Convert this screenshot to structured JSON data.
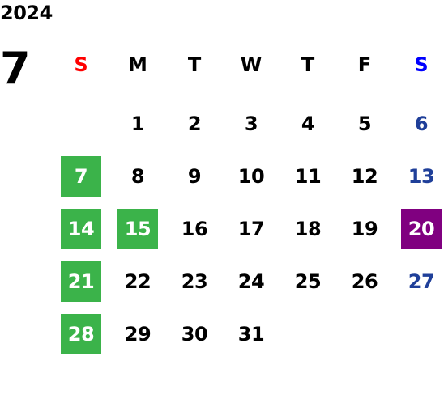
{
  "calendar": {
    "year": "2024",
    "month": "7",
    "weekdays": [
      "S",
      "M",
      "T",
      "W",
      "T",
      "F",
      "S"
    ],
    "weeks": [
      [
        "",
        "1",
        "2",
        "3",
        "4",
        "5",
        "6"
      ],
      [
        "7",
        "8",
        "9",
        "10",
        "11",
        "12",
        "13"
      ],
      [
        "14",
        "15",
        "16",
        "17",
        "18",
        "19",
        "20"
      ],
      [
        "21",
        "22",
        "23",
        "24",
        "25",
        "26",
        "27"
      ],
      [
        "28",
        "29",
        "30",
        "31",
        "",
        "",
        ""
      ]
    ]
  },
  "colors": {
    "sunday_header": "#ff0000",
    "saturday_header": "#0000ff",
    "saturday_date": "#1f3f99",
    "holiday_highlight": "#3bb34a",
    "special_highlight": "#800080"
  }
}
